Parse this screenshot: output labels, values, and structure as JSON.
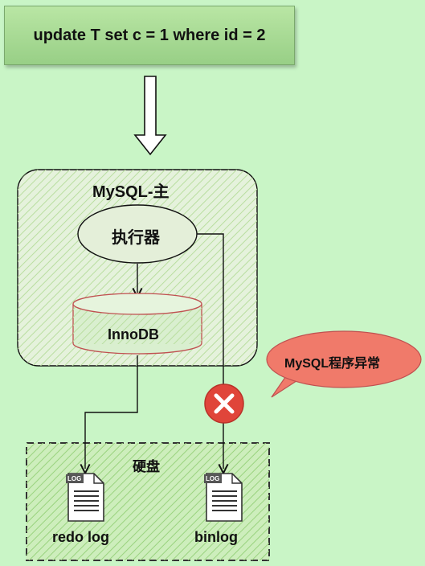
{
  "statement": {
    "text": "update T set c = 1 where id = 2"
  },
  "mysql_box": {
    "title": "MySQL-主"
  },
  "executor": {
    "label": "执行器"
  },
  "innodb": {
    "label": "InnoDB"
  },
  "error_bubble": {
    "text": "MySQL程序异常"
  },
  "disk": {
    "title": "硬盘",
    "files": [
      {
        "icon_text": "LOG",
        "label": "redo log"
      },
      {
        "icon_text": "LOG",
        "label": "binlog"
      }
    ]
  },
  "colors": {
    "background": "#c9f5c6",
    "statement_fill": "#a8dc95",
    "executor_fill": "#e6f0dd",
    "innodb_stroke": "#c05050",
    "bubble_fill": "#f07a6a",
    "error_icon": "#d9453a"
  }
}
